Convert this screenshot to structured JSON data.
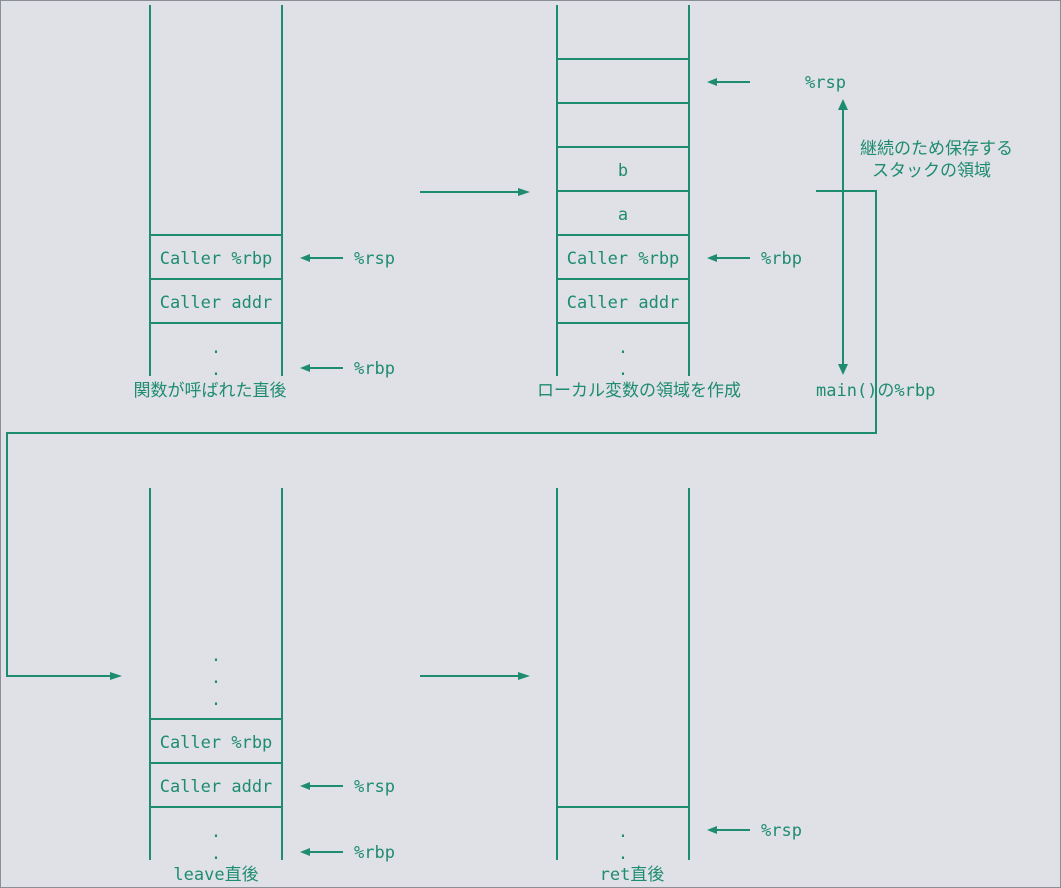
{
  "colors": {
    "background": "#dfe1e6",
    "ink": "#1e8c6e"
  },
  "panels": {
    "p1": {
      "caption": "関数が呼ばれた直後",
      "cells": [
        "Caller %rbp",
        "Caller addr"
      ],
      "dot": ".",
      "pointers": [
        "%rsp",
        "%rbp"
      ]
    },
    "p2": {
      "caption": "ローカル変数の領域を作成",
      "cells": [
        "b",
        "a",
        "Caller %rbp",
        "Caller addr"
      ],
      "dot": ".",
      "pointers": [
        "%rsp",
        "%rbp"
      ],
      "annotation": [
        "継続のため保存する",
        "スタックの領域"
      ],
      "main_rbp": "main()の%rbp"
    },
    "p3": {
      "caption": "leave直後",
      "cells": [
        "Caller %rbp",
        "Caller addr"
      ],
      "dot": ".",
      "pointers": [
        "%rsp",
        "%rbp"
      ]
    },
    "p4": {
      "caption": "ret直後",
      "dot": ".",
      "pointers": [
        "%rsp"
      ]
    }
  }
}
